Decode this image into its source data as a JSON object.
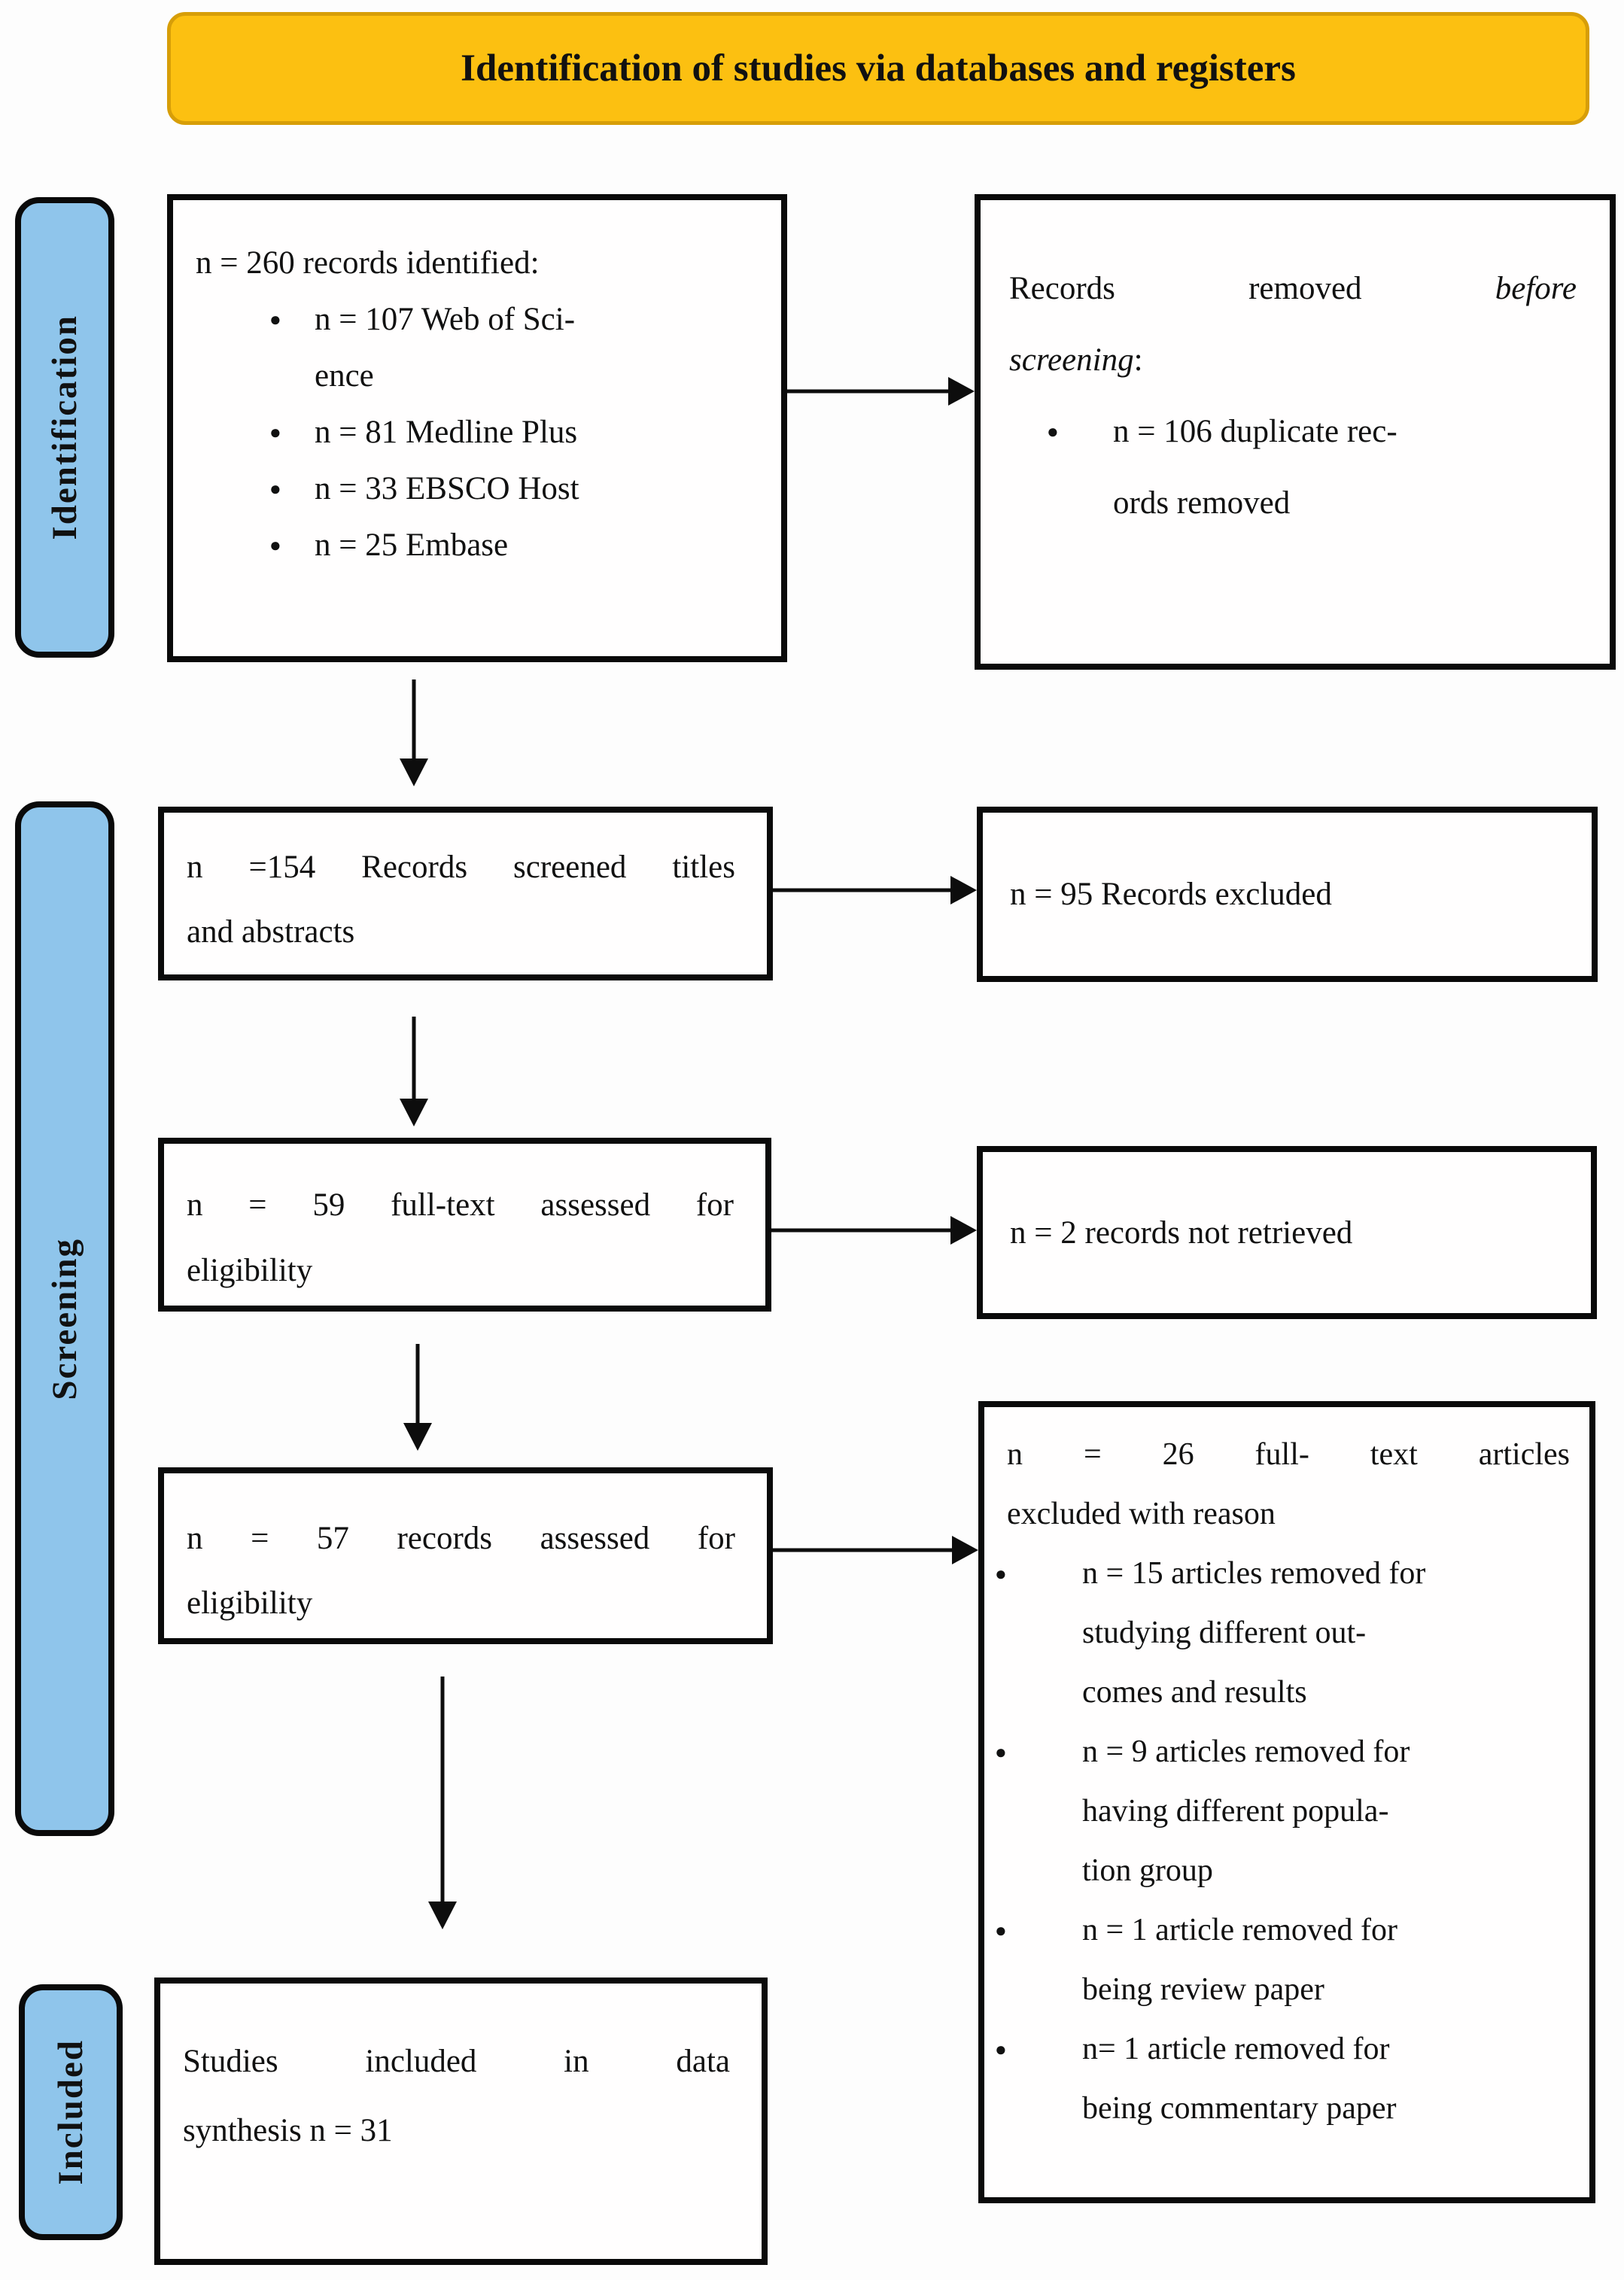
{
  "title": "Identification of studies via databases and registers",
  "stages": {
    "identification": "Identification",
    "screening": "Screening",
    "included": "Included"
  },
  "colors": {
    "title_fill": "#FCC011",
    "title_border": "#D79E08",
    "stage_fill": "#8FC5EB",
    "box_border": "#0A0A0A",
    "arrow": "#0D0D0D"
  },
  "boxes": {
    "identified": {
      "lines": [
        {
          "t": "n = 260 records identified:"
        },
        {
          "t": "n = 107 Web of Sci-",
          "b": 1
        },
        {
          "t": "ence",
          "c": 1
        },
        {
          "t": "n = 81 Medline Plus",
          "b": 1
        },
        {
          "t": "n = 33 EBSCO Host",
          "b": 1
        },
        {
          "t": "n = 25 Embase",
          "b": 1
        }
      ]
    },
    "removed_before_screening": {
      "lines": [
        {
          "i": [
            [
              "Records removed ",
              0
            ],
            [
              "before",
              1
            ]
          ],
          "j": 1
        },
        {
          "i": [
            [
              "screening",
              1
            ],
            [
              ":",
              0
            ]
          ]
        },
        {
          "t": "n = 106 duplicate rec-",
          "b": 1
        },
        {
          "t": "ords removed",
          "c": 1
        }
      ]
    },
    "screened": {
      "lines": [
        {
          "t": "n =154 Records screened titles",
          "j": 1
        },
        {
          "t": "and abstracts"
        }
      ]
    },
    "excluded": {
      "text": "n = 95 Records excluded"
    },
    "fulltext_assessed": {
      "lines": [
        {
          "t": "n = 59 full-text assessed for",
          "j": 1
        },
        {
          "t": "eligibility"
        }
      ]
    },
    "not_retrieved": {
      "text": "n = 2 records not retrieved"
    },
    "records_assessed": {
      "lines": [
        {
          "t": "n = 57 records assessed for",
          "j": 1
        },
        {
          "t": "eligibility"
        }
      ]
    },
    "fulltext_excluded": {
      "lines": [
        {
          "t": "n = 26 full- text articles",
          "j": 1
        },
        {
          "t": "excluded with reason"
        },
        {
          "t": "n = 15 articles removed for",
          "b": 1
        },
        {
          "t": "studying different out-",
          "c": 1
        },
        {
          "t": "comes and results",
          "c": 1
        },
        {
          "t": "n = 9 articles removed for",
          "b": 1
        },
        {
          "t": "having different popula-",
          "c": 1
        },
        {
          "t": "tion group",
          "c": 1
        },
        {
          "t": "n = 1 article removed for",
          "b": 1
        },
        {
          "t": "being review paper",
          "c": 1
        },
        {
          "t": "n= 1 article removed for",
          "b": 1
        },
        {
          "t": "being commentary paper",
          "c": 1
        }
      ]
    },
    "included_synthesis": {
      "lines": [
        {
          "t": "Studies included in data",
          "j": 1
        },
        {
          "t": "synthesis n = 31"
        }
      ]
    }
  }
}
